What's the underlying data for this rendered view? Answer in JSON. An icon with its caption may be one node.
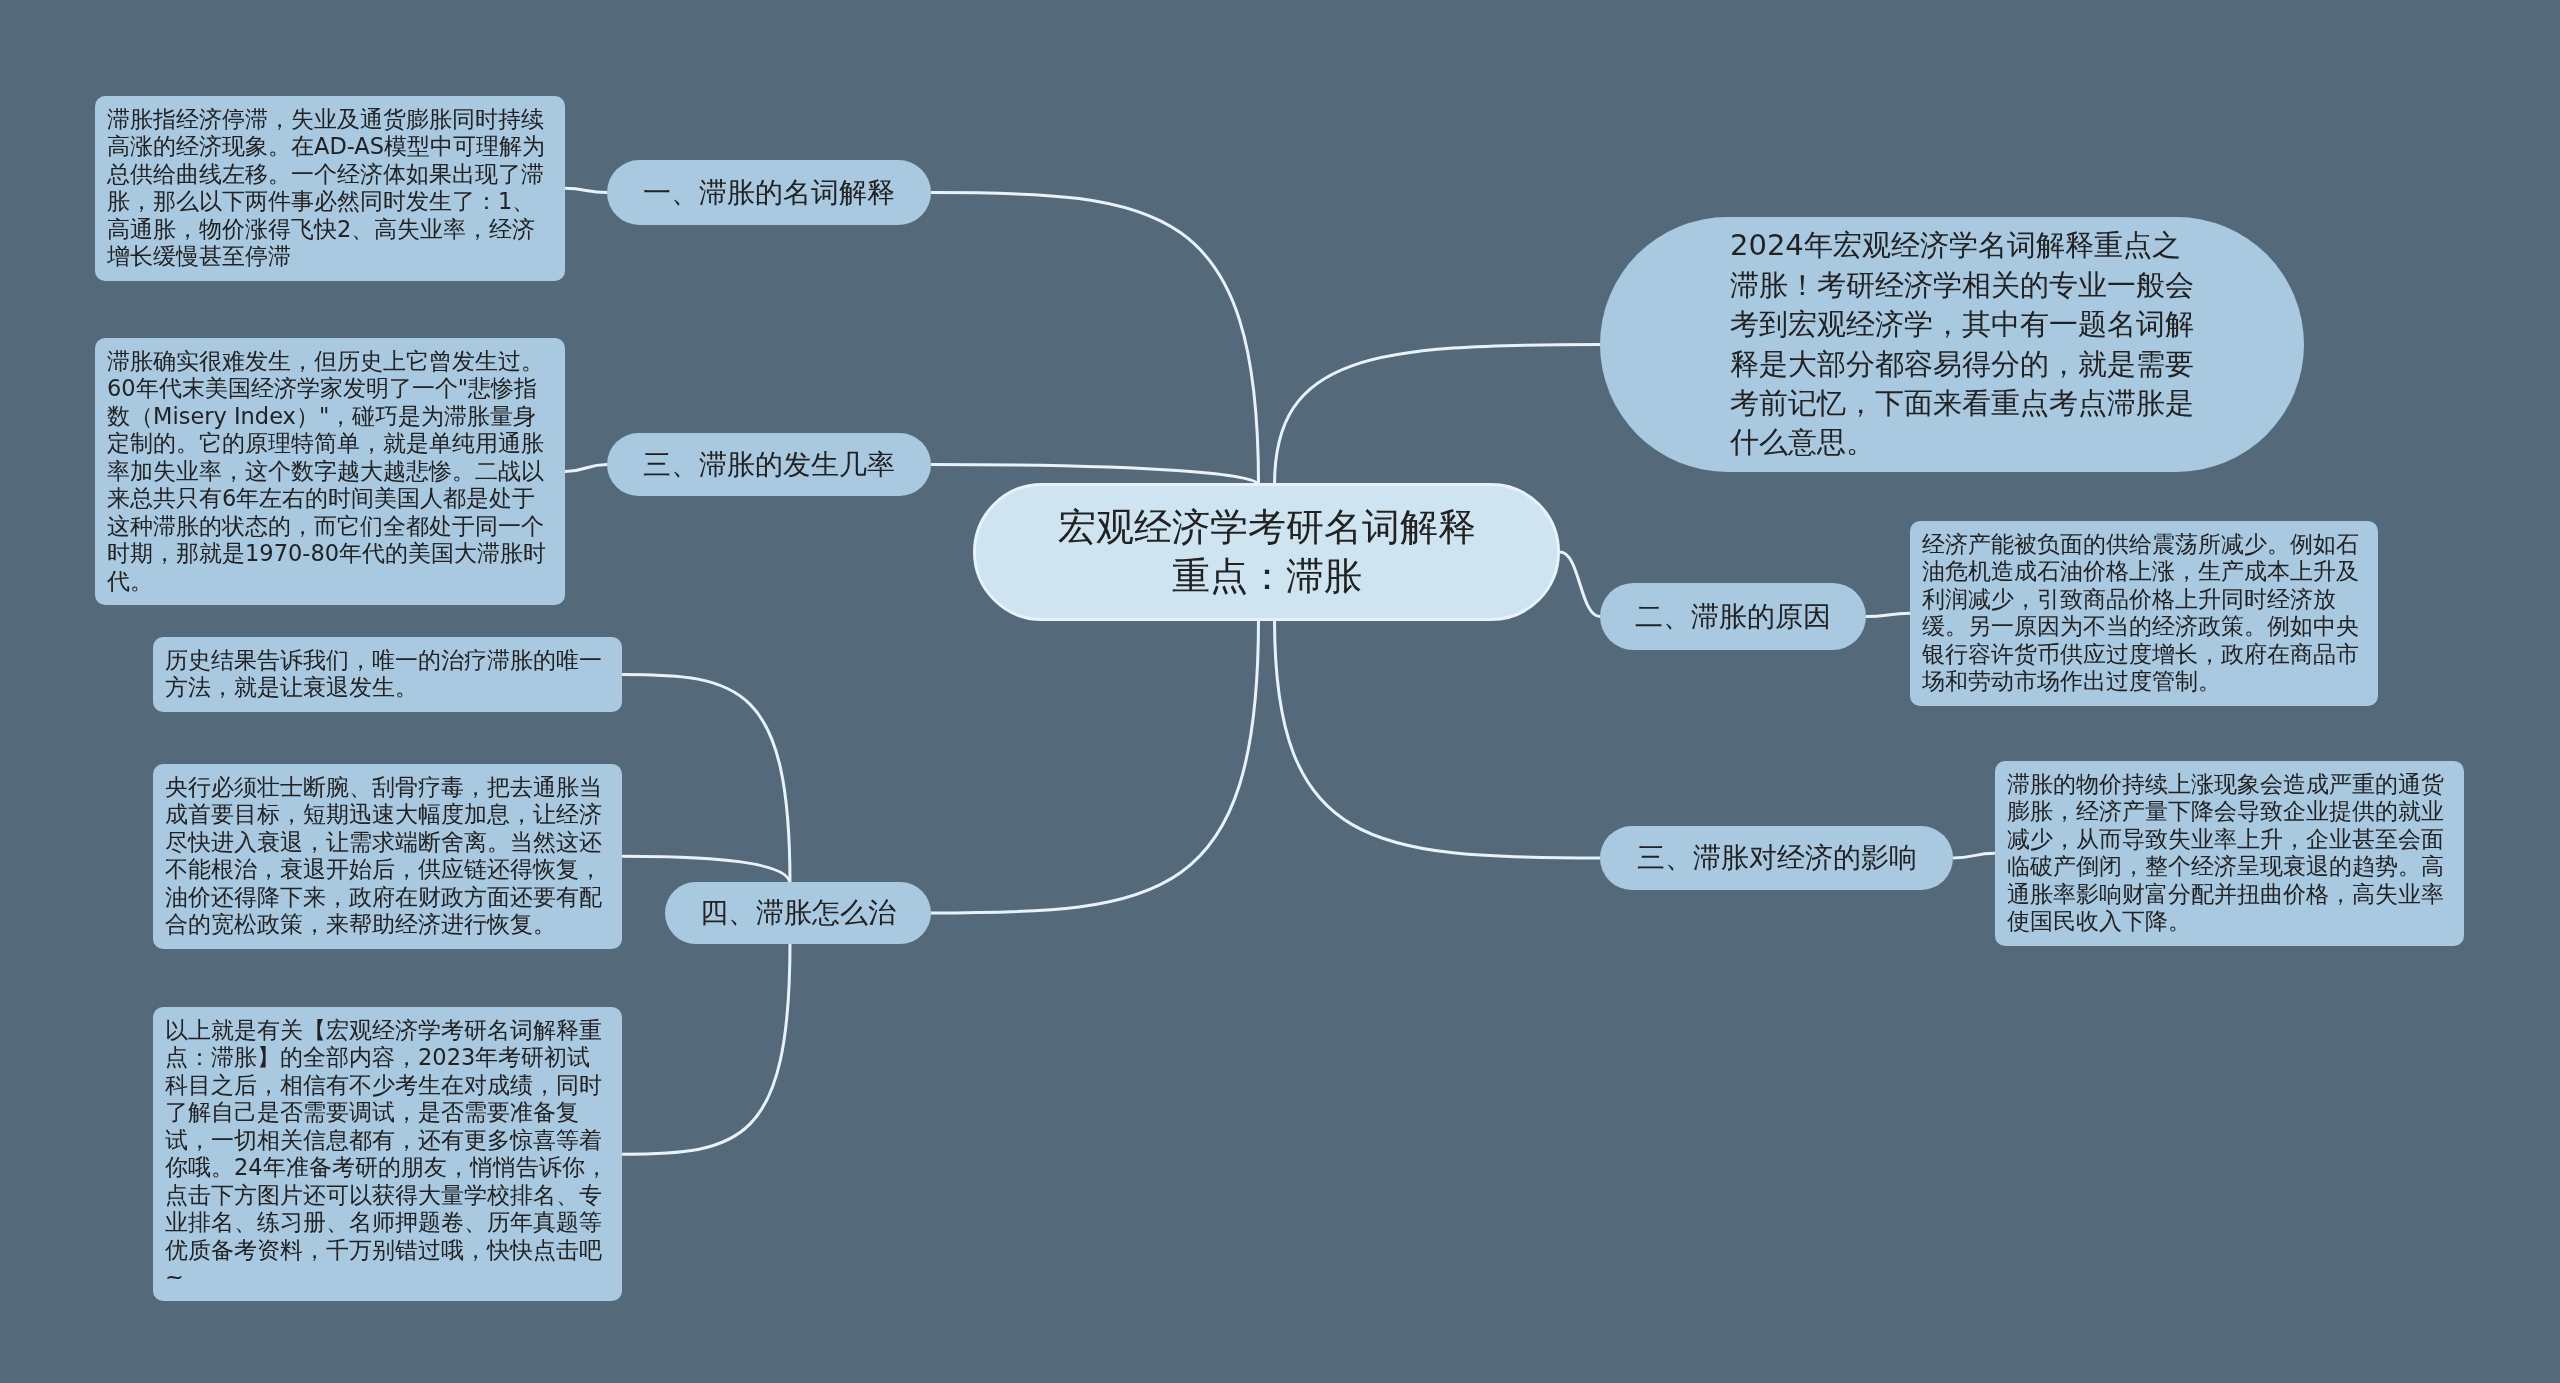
{
  "diagram": {
    "nodes": [
      {
        "text": [
          "宏观经济学考研名词解释重点：滞胀"
        ]
      },
      {
        "text": [
          "一、滞胀的名词解释"
        ]
      },
      {
        "text": [
          "滞胀指经济停滞，失业及通货膨胀同时持续高涨的经济现象。在AD-AS模型中可理解为总供给曲线左移。一个经济体如果出现了滞胀，那么以下两件事必然同时发生了：1、高通胀，物价涨得飞快2、高失业率，经济增长缓慢甚至停滞"
        ]
      },
      {
        "text": [
          "三、滞胀的发生几率"
        ]
      },
      {
        "text": [
          "滞胀确实很难发生，但历史上它曾发生过。60年代末美国经济学家发明了一个\"悲惨指数（Misery Index）\"，碰巧是为滞胀量身定制的。它的原理特简单，就是单纯用通胀率加失业率，这个数字越大越悲惨。二战以来总共只有6年左右的时间美国人都是处于这种滞胀的状态的，而它们全都处于同一个时期，那就是1970-80年代的美国大滞胀时代。"
        ]
      },
      {
        "text": [
          "四、滞胀怎么治"
        ]
      },
      {
        "text": [
          "历史结果告诉我们，唯一的治疗滞胀的唯一方法，就是让衰退发生。"
        ]
      },
      {
        "text": [
          "央行必须壮士断腕、刮骨疗毒，把去通胀当成首要目标，短期迅速大幅度加息，让经济尽快进入衰退，让需求端断舍离。当然这还不能根治，衰退开始后，供应链还得恢复，油价还得降下来，政府在财政方面还要有配合的宽松政策，来帮助经济进行恢复。"
        ]
      },
      {
        "text": [
          "以上就是有关【宏观经济学考研名词解释重点：滞胀】的全部内容，2023年考研初试科目之后，相信有不少考生在对成绩，同时了解自己是否需要调试，是否需要准备复试，一切相关信息都有，还有更多惊喜等着你哦。24年准备考研的朋友，悄悄告诉你，点击下方图片还可以获得大量学校排名、专业排名、练习册、名师押题卷、历年真题等优质备考资料，千万别错过哦，快快点击吧~"
        ]
      },
      {
        "text": [
          "2024年宏观经济学名词解释重点之滞胀！考研经济学相关的专业一般会考到宏观经济学，其中有一题名词解释是大部分都容易得分的，就是需要考前记忆，下面来看重点考点滞胀是什么意思。"
        ]
      },
      {
        "text": [
          "二、滞胀的原因"
        ]
      },
      {
        "text": [
          "经济产能被负面的供给震荡所减少。例如石油危机造成石油价格上涨，生产成本上升及利润减少，引致商品价格上升同时经济放缓。另一原因为不当的经济政策。例如中央银行容许货币供应过度增长，政府在商品市场和劳动市场作出过度管制。"
        ]
      },
      {
        "text": [
          "三、滞胀对经济的影响"
        ]
      },
      {
        "text": [
          "滞胀的物价持续上涨现象会造成严重的通货膨胀，经济产量下降会导致企业提供的就业减少，从而导致失业率上升，企业甚至会面临破产倒闭，整个经济呈现衰退的趋势。高通胀率影响财富分配并扭曲价格，高失业率使国民收入下降。"
        ]
      }
    ],
    "edges": [
      {
        "from": 0,
        "to": 1,
        "arrow": "none"
      },
      {
        "from": 1,
        "to": 2,
        "arrow": "none"
      },
      {
        "from": 0,
        "to": 3,
        "arrow": "none"
      },
      {
        "from": 3,
        "to": 4,
        "arrow": "none"
      },
      {
        "from": 0,
        "to": 5,
        "arrow": "none"
      },
      {
        "from": 5,
        "to": 6,
        "arrow": "none"
      },
      {
        "from": 5,
        "to": 7,
        "arrow": "none"
      },
      {
        "from": 5,
        "to": 8,
        "arrow": "none"
      },
      {
        "from": 0,
        "to": 9,
        "arrow": "none"
      },
      {
        "from": 0,
        "to": 10,
        "arrow": "none"
      },
      {
        "from": 10,
        "to": 11,
        "arrow": "none"
      },
      {
        "from": 0,
        "to": 12,
        "arrow": "none"
      },
      {
        "from": 12,
        "to": 13,
        "arrow": "none"
      }
    ]
  }
}
